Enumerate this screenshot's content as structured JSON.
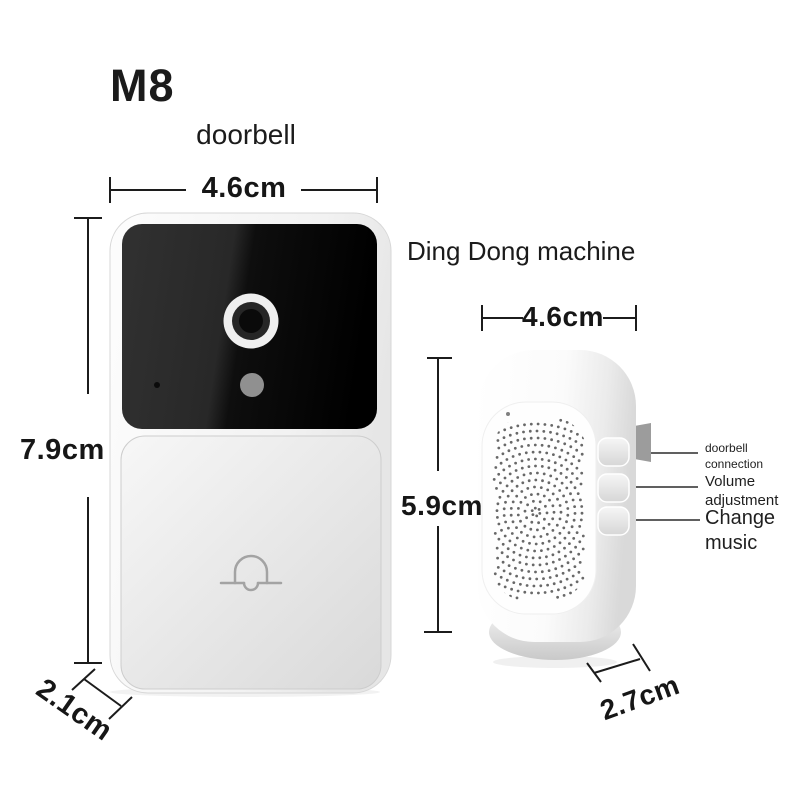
{
  "model": "M8",
  "doorbell": {
    "name": "doorbell",
    "width_label": "4.6cm",
    "height_label": "7.9cm",
    "depth_label": "2.1cm"
  },
  "chime": {
    "name": "Ding Dong machine",
    "width_label": "4.6cm",
    "height_label": "5.9cm",
    "depth_label": "2.7cm",
    "buttons": [
      {
        "label": "doorbell connection"
      },
      {
        "label": "Volume adjustment"
      },
      {
        "label": "Change music"
      }
    ]
  },
  "icons": {
    "bell": "bell-outline",
    "camera": "camera-lens",
    "speaker": "dot-grille",
    "plug": "power-plug-prong"
  },
  "colors": {
    "background": "#ffffff",
    "text": "#1b1b1b",
    "dimension_line": "#1c1c1c",
    "panel_dark": "#0b0b0b",
    "panel_light": "#2d2d2d",
    "body_light": "#f4f4f4",
    "grille_dot": "#686868"
  }
}
